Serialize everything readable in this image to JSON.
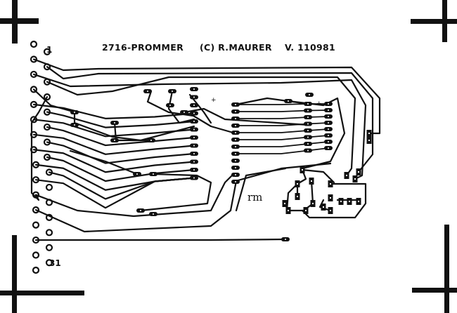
{
  "header": {
    "project": "2716-PROMMER",
    "copyright": "(C) R.MAURER",
    "version": "V. 110981"
  },
  "connector": {
    "first_pin_label": "1",
    "last_pin_label": "31",
    "pin_count": 31
  },
  "signature": "rm",
  "colors": {
    "ink": "#111111",
    "paper": "#ffffff"
  }
}
